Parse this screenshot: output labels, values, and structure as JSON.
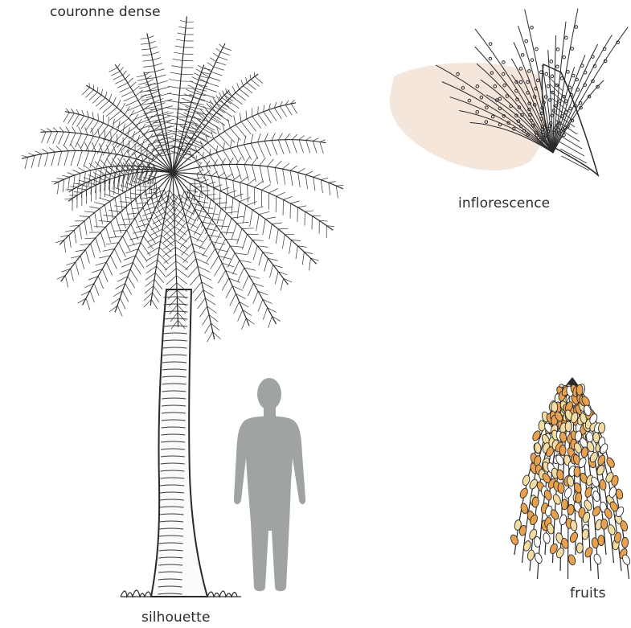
{
  "labels": {
    "crown": "couronne dense",
    "inflorescence": "inflorescence",
    "fruits": "fruits",
    "silhouette": "silhouette"
  },
  "colors": {
    "ink": "#2a2a2a",
    "human_silhouette": "#9fa4a1",
    "inflorescence_wash": "#f5e6dc",
    "fruit_orange": "#e8a24f",
    "fruit_pale": "#f3dca2"
  }
}
